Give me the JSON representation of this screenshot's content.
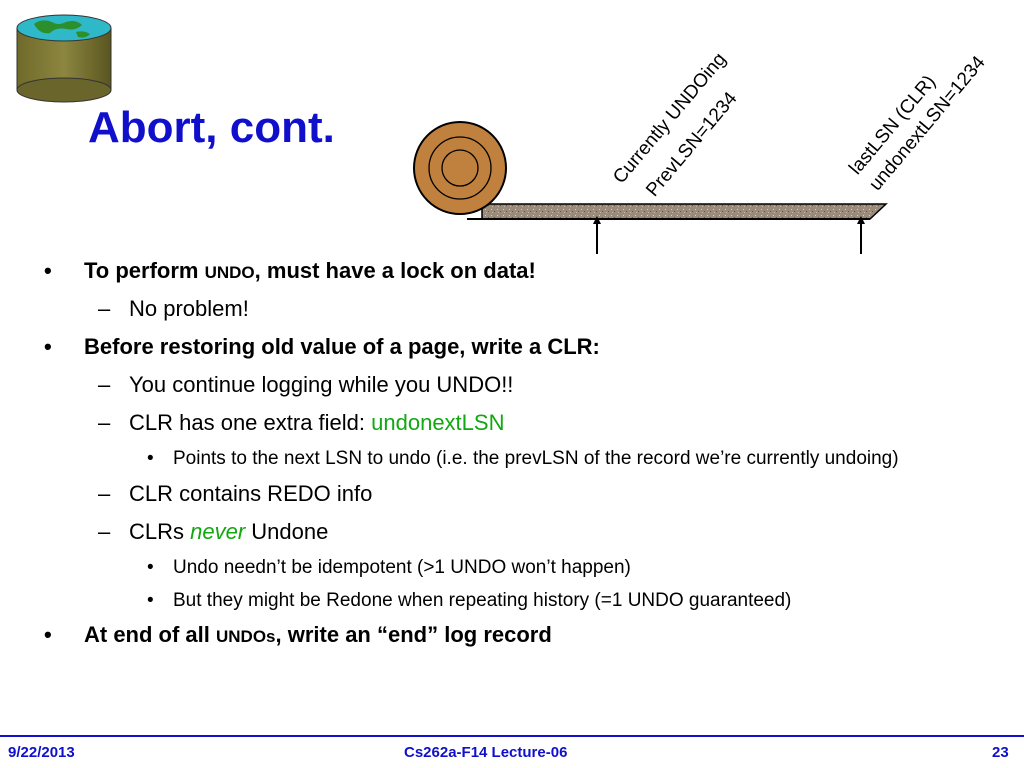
{
  "slide": {
    "title": "Abort, cont.",
    "annotation_left_line1": "Currently UNDOing",
    "annotation_left_line2": "PrevLSN=1234",
    "annotation_right_line1": "lastLSN (CLR)",
    "annotation_right_line2": "undonextLSN=1234",
    "bullets": [
      {
        "prefix": "To perform ",
        "small": "UNDO",
        "suffix": ", must have a lock on data!",
        "sub": [
          {
            "text": "No problem!"
          }
        ]
      },
      {
        "text": "Before restoring old value of a page, write a CLR:",
        "sub": [
          {
            "text": "You continue logging while you UNDO!!"
          },
          {
            "text": "CLR has one extra field: ",
            "green": "undonextLSN",
            "sub": [
              "Points to the next LSN to undo (i.e. the prevLSN of the record we’re currently undoing)"
            ]
          },
          {
            "text": "CLR contains REDO info"
          },
          {
            "before": "CLRs ",
            "em": "never",
            "after": " Undone",
            "sub": [
              "Undo needn’t be idempotent (>1 UNDO won’t happen)",
              "But they might be Redone when repeating history (=1 UNDO guaranteed)"
            ]
          }
        ]
      },
      {
        "prefix": "At end of all ",
        "small": "UNDOs",
        "suffix": ", write an “end” log record"
      }
    ]
  },
  "footer": {
    "date": "9/22/2013",
    "course": "Cs262a-F14 Lecture-06",
    "page": "23"
  },
  "icons": {
    "logo": "database-globe-icon",
    "diagram": "log-tape-reel-icon"
  }
}
